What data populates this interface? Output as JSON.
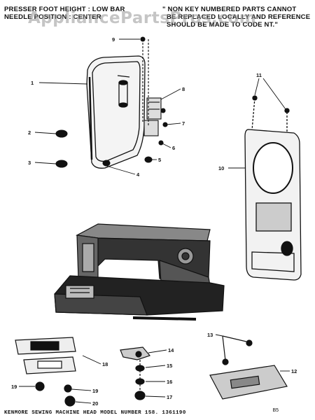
{
  "header": {
    "left_line1": "PRESSER FOOT HEIGHT : LOW BAR",
    "left_line2": "NEEDLE POSITION : CENTER",
    "right_line1": "\" NON KEY NUMBERED PARTS CANNOT",
    "right_line2": "BE REPLACED LOCALLY AND REFERENCE",
    "right_line3": "SHOULD BE MADE TO CODE NT.\""
  },
  "watermark": "AppliancePartsPros.com",
  "caption": "KENMORE SEWING MACHINE HEAD MODEL NUMBER 158. 1361190",
  "caption_suffix": "B5",
  "callouts": [
    "1",
    "2",
    "3",
    "4",
    "5",
    "6",
    "7",
    "8",
    "9",
    "10",
    "11",
    "12",
    "13",
    "14",
    "15",
    "16",
    "17",
    "18",
    "19",
    "20"
  ],
  "colors": {
    "ink": "#111111",
    "watermark": "#969696",
    "background": "#ffffff"
  }
}
